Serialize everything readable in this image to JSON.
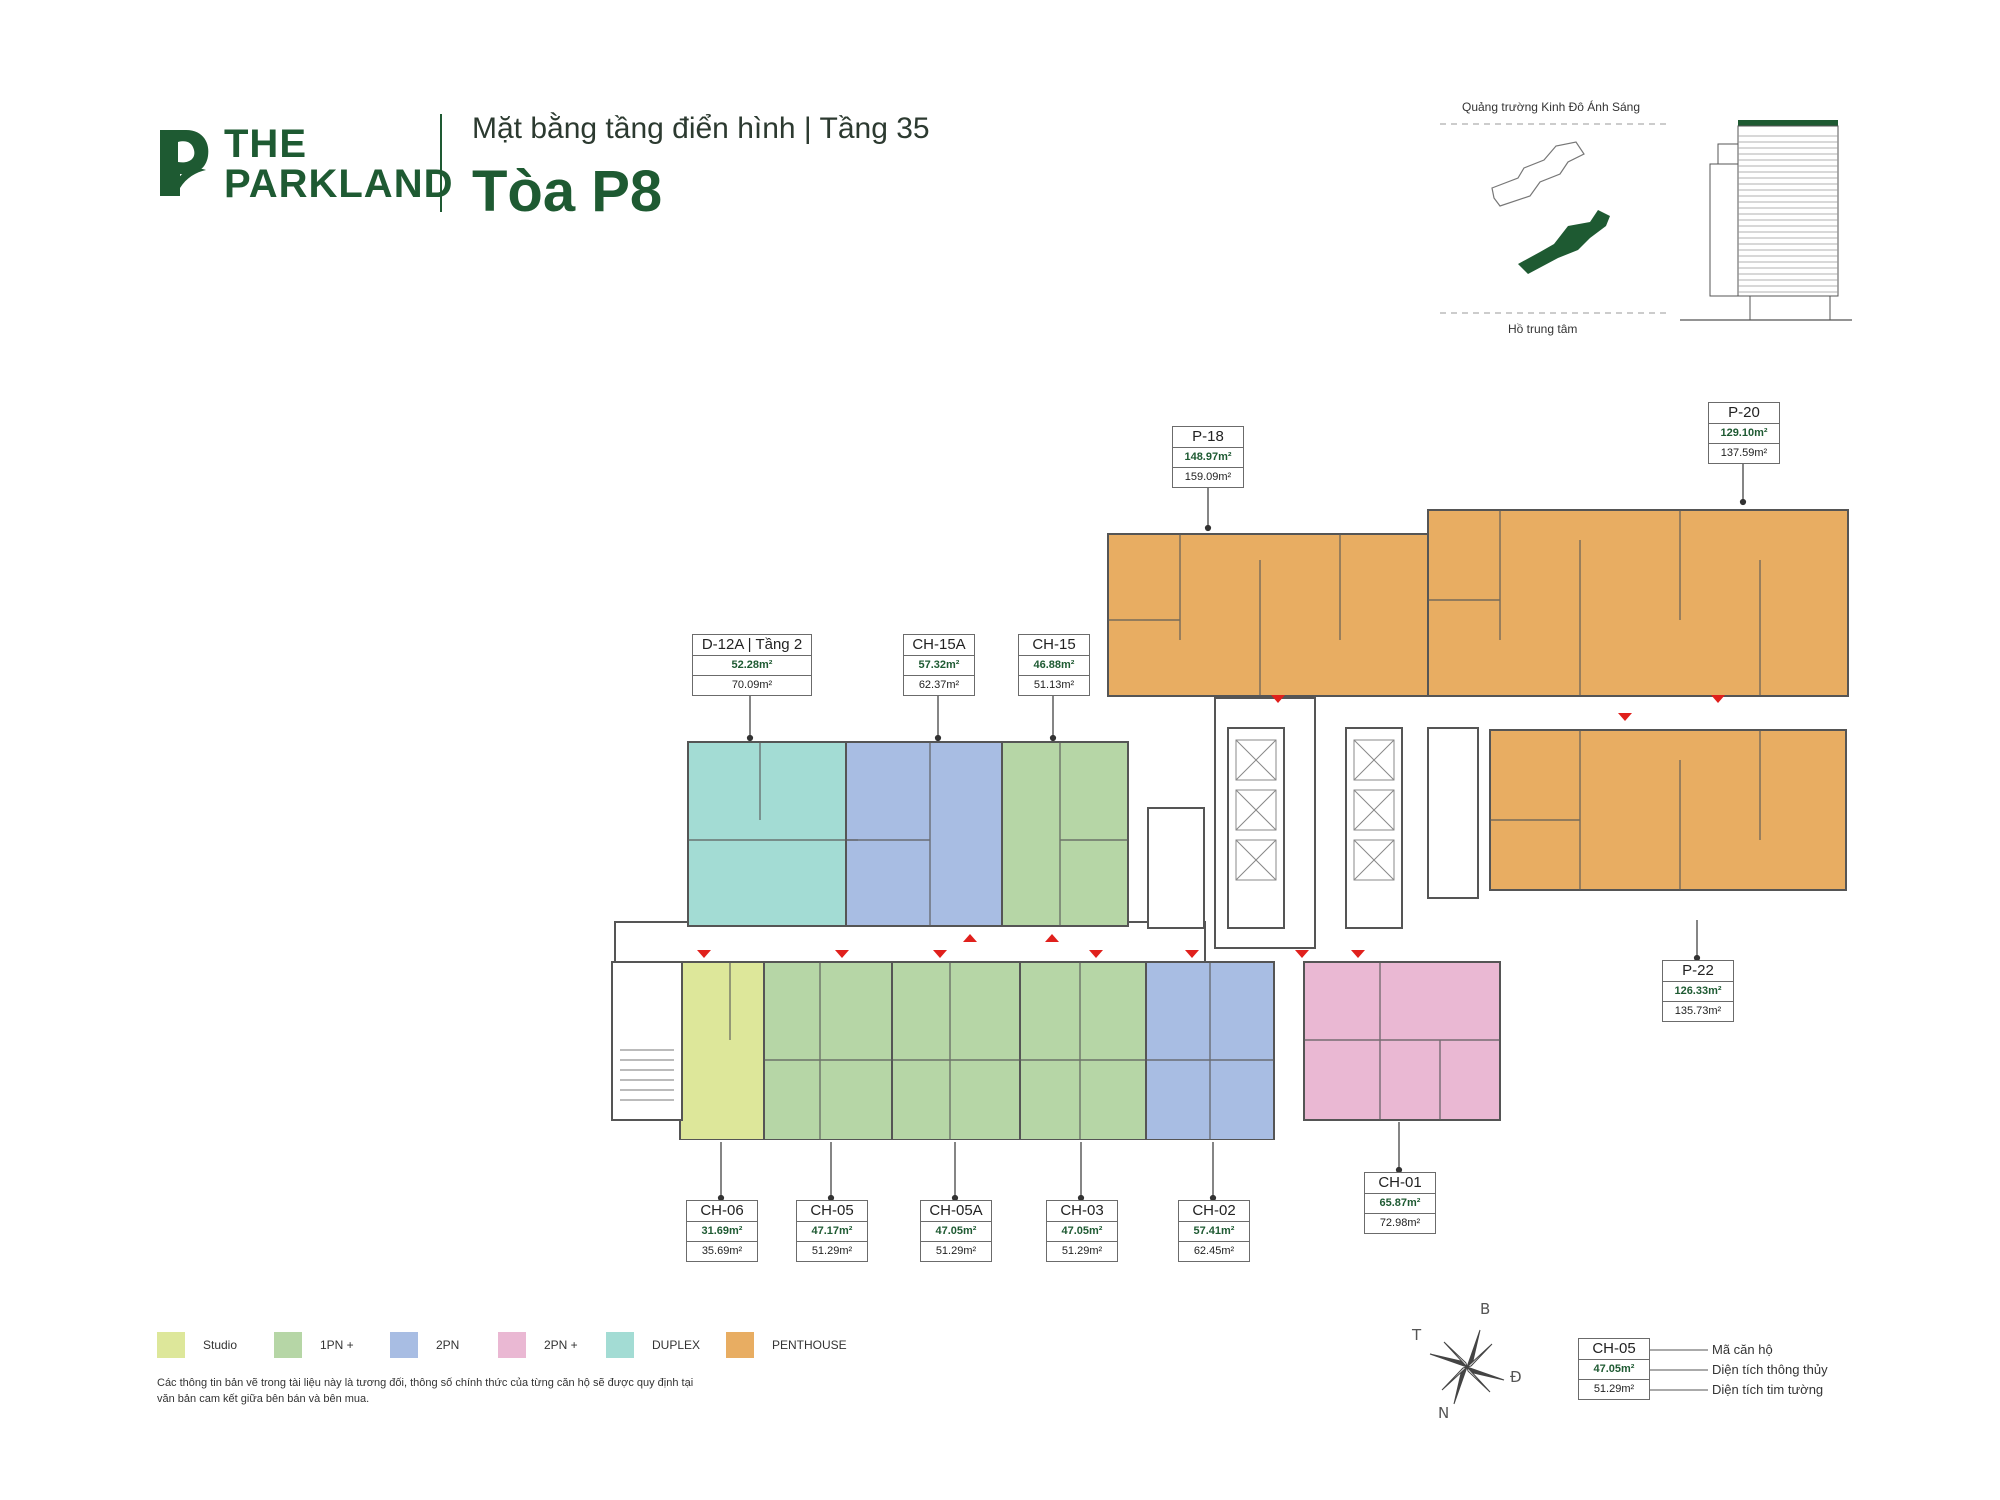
{
  "header": {
    "brand_line1": "THE",
    "brand_line2": "PARKLAND",
    "subtitle": "Mặt bằng tầng điển hình | Tầng 35",
    "title": "Tòa P8"
  },
  "locator": {
    "top_label": "Quảng trường Kinh Đô Ánh Sáng",
    "bottom_label": "Hồ trung tâm"
  },
  "colors": {
    "brand": "#1e5a32",
    "studio": "#dde79a",
    "one_bed": "#b6d6a6",
    "two_bed": "#a8bde3",
    "two_bed_plus": "#eab8d3",
    "duplex": "#a3dcd4",
    "penthouse": "#e8ad62",
    "core": "#ffffff",
    "entry_marker": "#e0201c"
  },
  "units": [
    {
      "code": "P-18",
      "clear_area": "148.97m²",
      "gross_area": "159.09m²",
      "type": "penthouse"
    },
    {
      "code": "P-20",
      "clear_area": "129.10m²",
      "gross_area": "137.59m²",
      "type": "penthouse"
    },
    {
      "code": "P-22",
      "clear_area": "126.33m²",
      "gross_area": "135.73m²",
      "type": "penthouse"
    },
    {
      "code": "D-12A | Tầng 2",
      "clear_area": "52.28m²",
      "gross_area": "70.09m²",
      "type": "duplex"
    },
    {
      "code": "CH-15A",
      "clear_area": "57.32m²",
      "gross_area": "62.37m²",
      "type": "two_bed"
    },
    {
      "code": "CH-15",
      "clear_area": "46.88m²",
      "gross_area": "51.13m²",
      "type": "one_bed"
    },
    {
      "code": "CH-06",
      "clear_area": "31.69m²",
      "gross_area": "35.69m²",
      "type": "studio"
    },
    {
      "code": "CH-05",
      "clear_area": "47.17m²",
      "gross_area": "51.29m²",
      "type": "one_bed"
    },
    {
      "code": "CH-05A",
      "clear_area": "47.05m²",
      "gross_area": "51.29m²",
      "type": "one_bed"
    },
    {
      "code": "CH-03",
      "clear_area": "47.05m²",
      "gross_area": "51.29m²",
      "type": "one_bed"
    },
    {
      "code": "CH-02",
      "clear_area": "57.41m²",
      "gross_area": "62.45m²",
      "type": "two_bed"
    },
    {
      "code": "CH-01",
      "clear_area": "65.87m²",
      "gross_area": "72.98m²",
      "type": "two_bed_plus"
    }
  ],
  "legend": [
    {
      "label": "Studio",
      "type": "studio"
    },
    {
      "label": "1PN +",
      "type": "one_bed"
    },
    {
      "label": "2PN",
      "type": "two_bed"
    },
    {
      "label": "2PN +",
      "type": "two_bed_plus"
    },
    {
      "label": "DUPLEX",
      "type": "duplex"
    },
    {
      "label": "PENTHOUSE",
      "type": "penthouse"
    }
  ],
  "disclaimer": "Các thông tin bản vẽ trong tài liệu này là tương đối, thông số chính thức của từng căn hộ sẽ được quy định tại văn bản cam kết giữa bên bán và bên mua.",
  "compass": {
    "north": "B",
    "south": "N",
    "east": "Đ",
    "west": "T"
  },
  "key": {
    "code": "CH-05",
    "clear_area": "47.05m²",
    "gross_area": "51.29m²",
    "code_label": "Mã căn hộ",
    "clear_label": "Diện tích thông thủy",
    "gross_label": "Diện tích tim tường"
  }
}
